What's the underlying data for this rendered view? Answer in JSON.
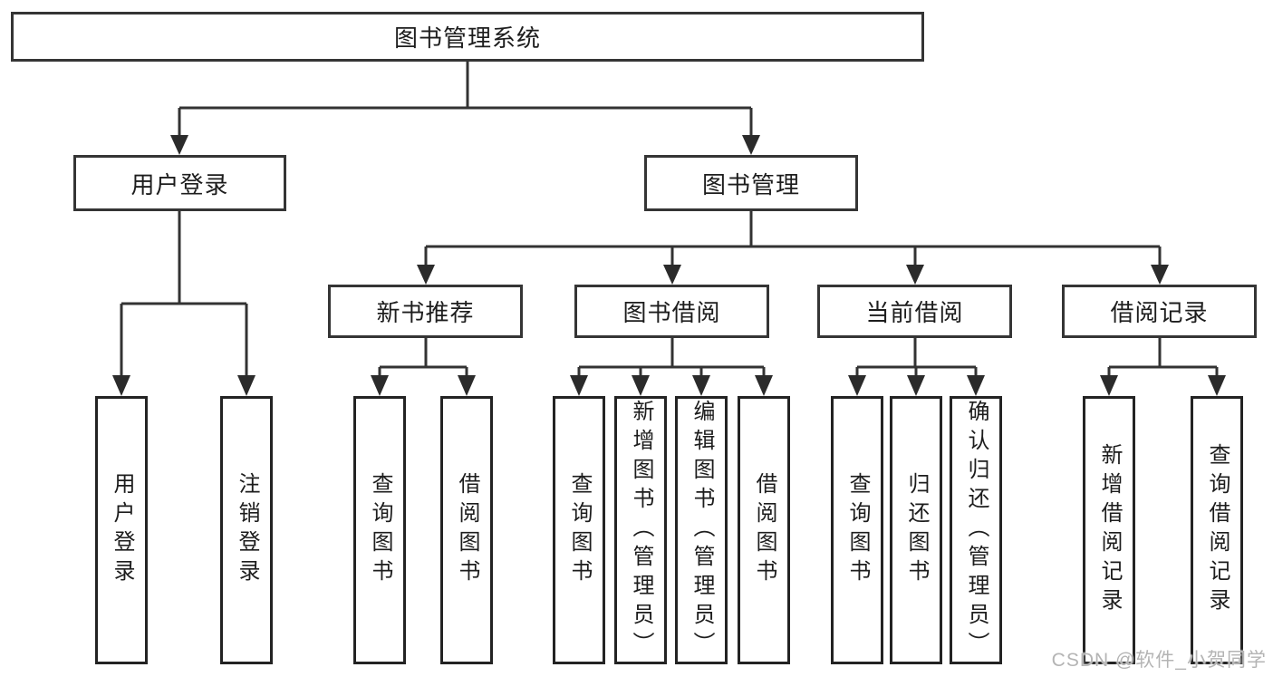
{
  "diagram": {
    "root": {
      "label": "图书管理系统"
    },
    "branches": [
      {
        "label": "用户登录",
        "children": [
          {
            "label": "用户登录"
          },
          {
            "label": "注销登录"
          }
        ]
      },
      {
        "label": "图书管理",
        "children": [
          {
            "label": "新书推荐",
            "children": [
              {
                "label": "查询图书"
              },
              {
                "label": "借阅图书"
              }
            ]
          },
          {
            "label": "图书借阅",
            "children": [
              {
                "label": "查询图书"
              },
              {
                "label": "新增图书（管理员）"
              },
              {
                "label": "编辑图书（管理员）"
              },
              {
                "label": "借阅图书"
              }
            ]
          },
          {
            "label": "当前借阅",
            "children": [
              {
                "label": "查询图书"
              },
              {
                "label": "归还图书"
              },
              {
                "label": "确认归还（管理员）"
              }
            ]
          },
          {
            "label": "借阅记录",
            "children": [
              {
                "label": "新增借阅记录"
              },
              {
                "label": "查询借阅记录"
              }
            ]
          }
        ]
      }
    ]
  },
  "watermark": {
    "text": "CSDN @软件_小贺同学"
  },
  "colors": {
    "line": "#333333",
    "arrow": "#2b2b2b",
    "border": "#353535",
    "text": "#1d1d1d",
    "watermark": "#b4b4b4"
  }
}
